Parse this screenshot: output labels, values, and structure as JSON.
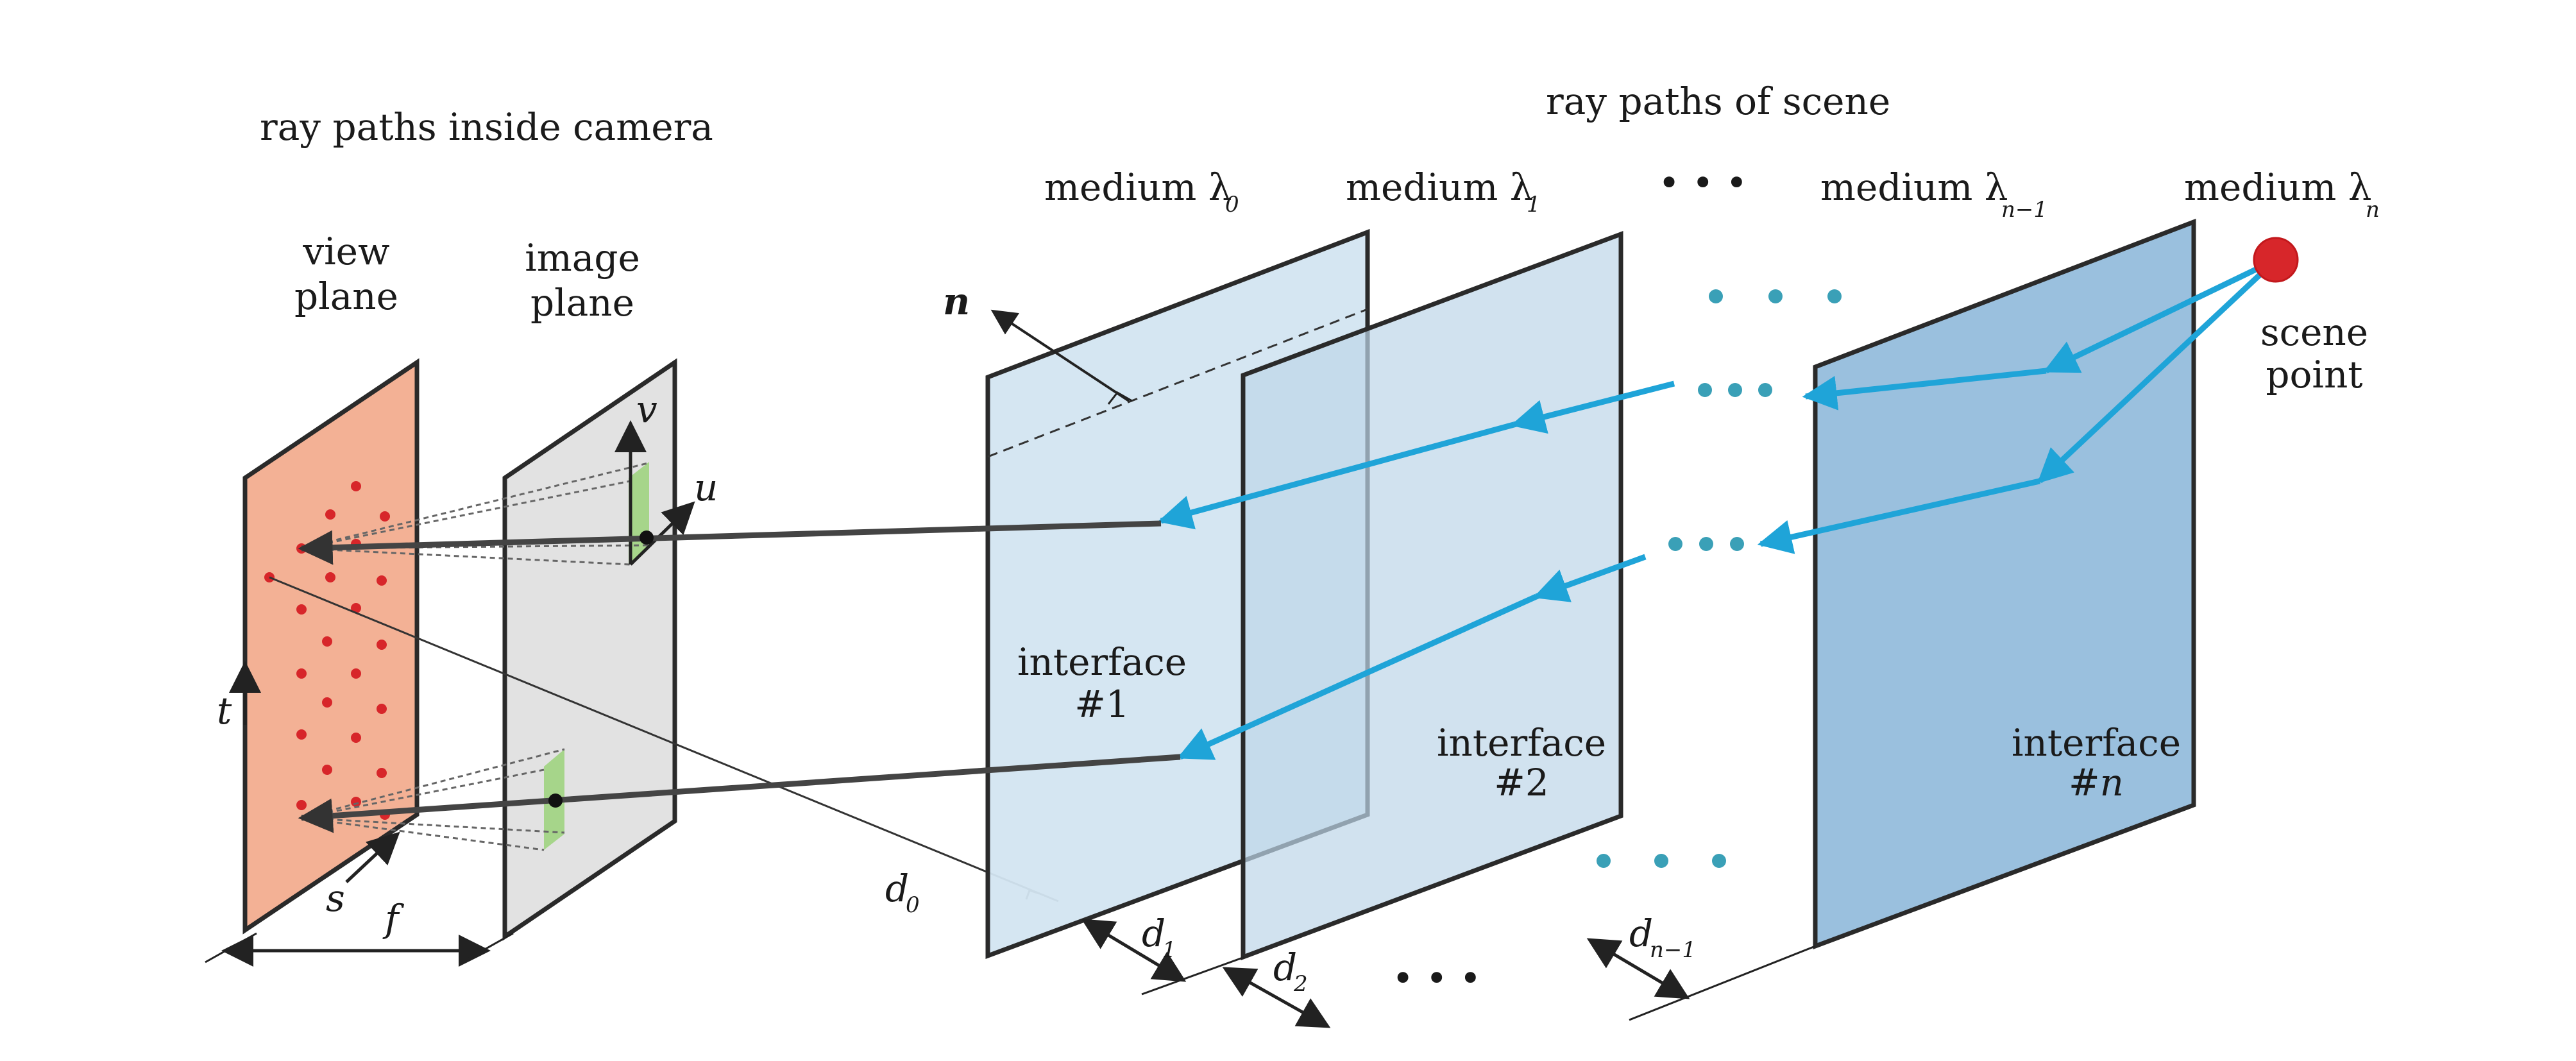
{
  "headings": {
    "camera": "ray paths inside camera",
    "scene": "ray paths of scene"
  },
  "planes": {
    "view_line1": "view",
    "view_line2": "plane",
    "image_line1": "image",
    "image_line2": "plane"
  },
  "media": {
    "m0_word": "medium λ",
    "m0_sub": "0",
    "m1_word": "medium λ",
    "m1_sub": "1",
    "mn1_word": "medium λ",
    "mn1_sub": "n−1",
    "mn_word": "medium λ",
    "mn_sub": "n",
    "dots": "• • •"
  },
  "scene_point": {
    "line1": "scene",
    "line2": "point"
  },
  "interfaces": {
    "i1_line1": "interface",
    "i1_line2": "#1",
    "i2_line1": "interface",
    "i2_line2": "#2",
    "in_line1": "interface",
    "in_line2": "#n"
  },
  "symbols": {
    "n": "n",
    "v": "v",
    "u": "u",
    "t": "t",
    "s": "s",
    "f": "f",
    "d0": "d",
    "d0_sub": "0",
    "d1": "d",
    "d1_sub": "1",
    "d2": "d",
    "d2_sub": "2",
    "dn1": "d",
    "dn1_sub": "n−1",
    "bottom_dots": "•   •   •"
  },
  "colors": {
    "view_plane": "#f3b195",
    "image_plane": "#e2e2e2",
    "interface1": "#d3e5f1",
    "interface2": "#bdd6e8",
    "interfaceN": "#9ac0de",
    "ray_scene": "#1fa4d8",
    "ray_camera": "#444444",
    "scene_point": "#d7262a",
    "dots_blue": "#3aa0b7",
    "sensor_green": "#a6d58a"
  }
}
